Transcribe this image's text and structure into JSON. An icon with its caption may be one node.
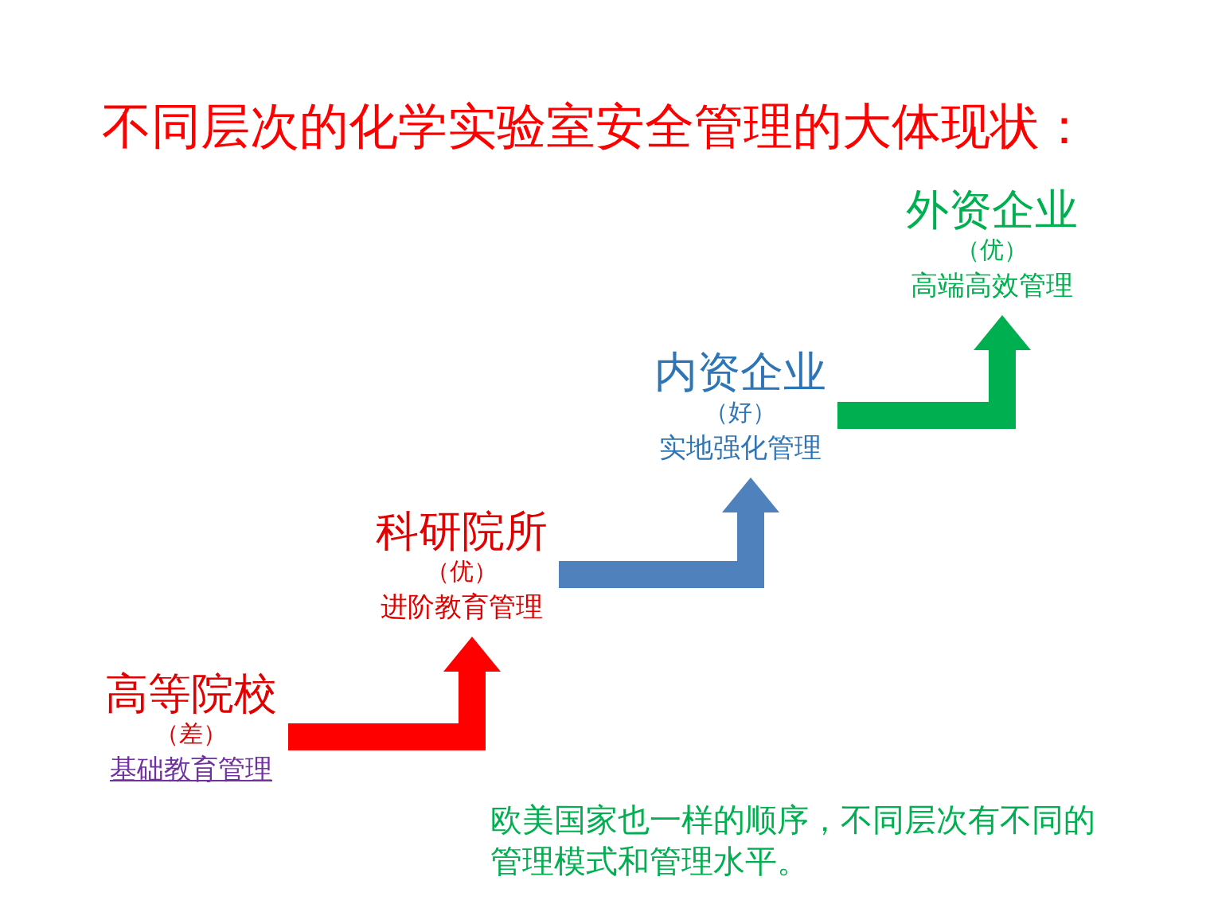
{
  "diagram": {
    "title": "不同层次的化学实验室安全管理的大体现状：",
    "nodes": [
      {
        "text": [
          "高等院校",
          "（差）",
          "基础教育管理"
        ]
      },
      {
        "text": [
          "科研院所",
          "（优）",
          "进阶教育管理"
        ]
      },
      {
        "text": [
          "内资企业",
          "（好）",
          "实地强化管理"
        ]
      },
      {
        "text": [
          "外资企业",
          "（优）",
          "高端高效管理"
        ]
      }
    ],
    "edges": [
      {
        "from": 0,
        "to": 1,
        "arrow": "to",
        "color": "#ff0000"
      },
      {
        "from": 1,
        "to": 2,
        "arrow": "to",
        "color": "#4f81bd"
      },
      {
        "from": 2,
        "to": 3,
        "arrow": "to",
        "color": "#00b050"
      }
    ],
    "labels": [
      "欧美国家也一样的顺序，不同层次有不同的管理模式和管理水平。"
    ]
  }
}
